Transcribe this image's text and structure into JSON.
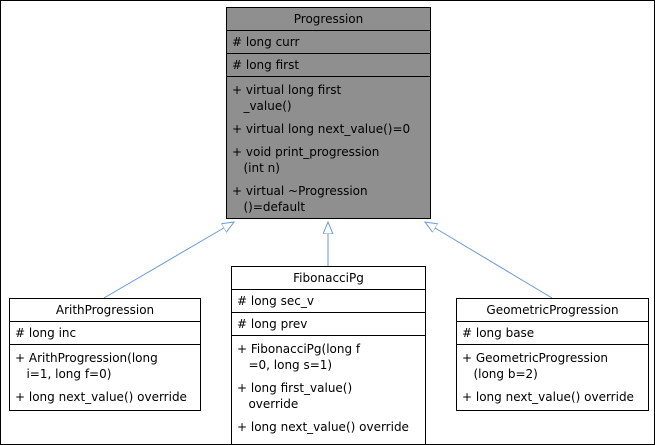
{
  "diagram": {
    "type": "uml-class-inheritance-diagram",
    "colors": {
      "base_class_fill": "#8f8f8f",
      "derived_class_fill": "#ffffff",
      "node_border": "#000000",
      "inheritance_edge": "#6a9ad4",
      "arrowhead_fill": "#ffffff"
    },
    "classes": [
      {
        "name": "Progression",
        "attributes": [
          "# long curr",
          "# long first"
        ],
        "methods": [
          "+ virtual long first\n   _value()",
          "+ virtual long next_value()=0",
          "+ void print_progression\n   (int n)",
          "+ virtual ~Progression\n   ()=default"
        ]
      },
      {
        "name": "ArithProgression",
        "attributes": [
          "# long inc"
        ],
        "methods": [
          "+ ArithProgression(long\n   i=1, long f=0)",
          "+ long next_value() override"
        ]
      },
      {
        "name": "FibonacciPg",
        "attributes": [
          "# long sec_v",
          "# long prev"
        ],
        "methods": [
          "+ FibonacciPg(long f\n   =0, long s=1)",
          "+ long first_value()\n   override",
          "+ long next_value() override"
        ]
      },
      {
        "name": "GeometricProgression",
        "attributes": [
          "# long base"
        ],
        "methods": [
          "+ GeometricProgression\n   (long b=2)",
          "+ long next_value() override"
        ]
      }
    ],
    "edges": [
      {
        "from": "ArithProgression",
        "to": "Progression",
        "relation": "inheritance"
      },
      {
        "from": "FibonacciPg",
        "to": "Progression",
        "relation": "inheritance"
      },
      {
        "from": "GeometricProgression",
        "to": "Progression",
        "relation": "inheritance"
      }
    ]
  }
}
